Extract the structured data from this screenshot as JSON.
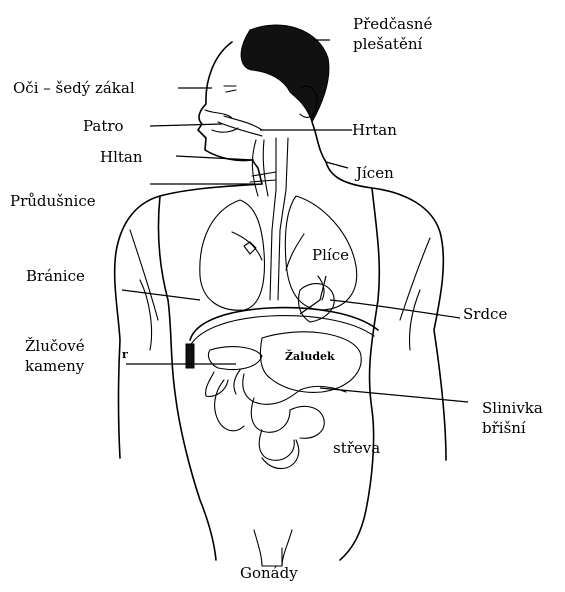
{
  "labels": {
    "predcasne": "Předčasné\nplešatění",
    "oci": "Oči – šedý zákal",
    "patro": "Patro",
    "hltan": "Hltan",
    "hrtan": "Hrtan",
    "jicen": "Jícen",
    "prudusnice": "Průdušnice",
    "plice": "Plíce",
    "branice": "Bránice",
    "srdce": "Srdce",
    "zlucove": "Žlučové\nkameny",
    "zaludek": "Žaludek",
    "slinivka": "Slinivka\nbřišní",
    "streva": "střeva",
    "gonady": "Gonády",
    "r_mark": "r"
  },
  "colors": {
    "ink": "#000000",
    "background": "#ffffff"
  }
}
